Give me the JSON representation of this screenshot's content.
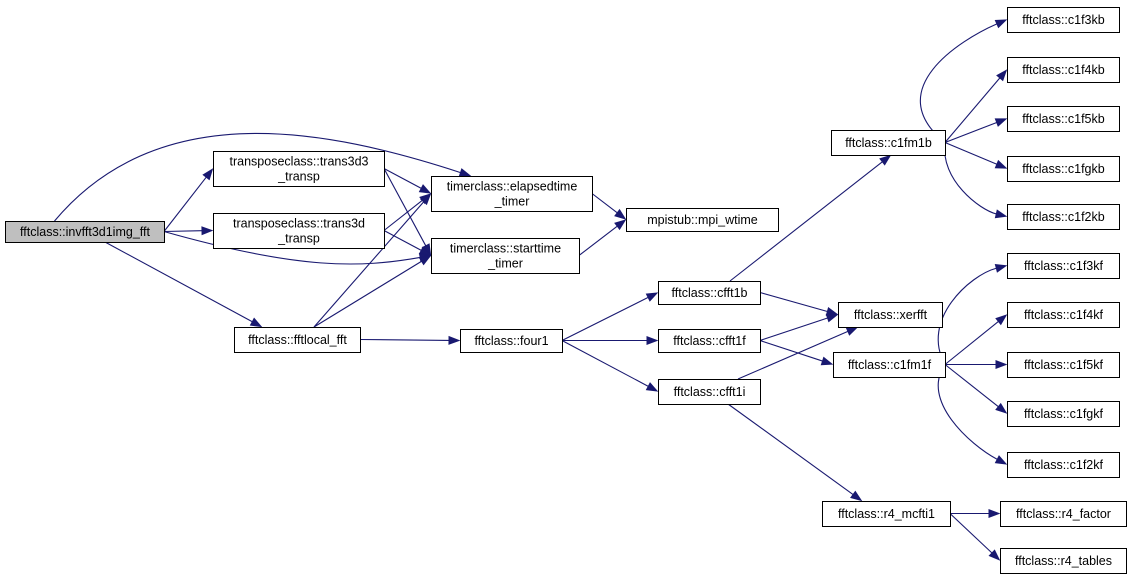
{
  "graph": {
    "colors": {
      "edge": "#191970",
      "node_border": "#000000",
      "root_fill": "#bfbfbf",
      "node_fill": "#ffffff"
    },
    "nodes": [
      {
        "id": "n0",
        "lines": [
          "fftclass::invfft3d1img_fft"
        ],
        "root": true
      },
      {
        "id": "n1",
        "lines": [
          "transposeclass::trans3d3",
          "_transp"
        ]
      },
      {
        "id": "n2",
        "lines": [
          "transposeclass::trans3d",
          "_transp"
        ]
      },
      {
        "id": "n3",
        "lines": [
          "fftclass::fftlocal_fft"
        ]
      },
      {
        "id": "n4",
        "lines": [
          "timerclass::elapsedtime",
          "_timer"
        ]
      },
      {
        "id": "n5",
        "lines": [
          "timerclass::starttime",
          "_timer"
        ]
      },
      {
        "id": "n6",
        "lines": [
          "mpistub::mpi_wtime"
        ]
      },
      {
        "id": "n7",
        "lines": [
          "fftclass::four1"
        ]
      },
      {
        "id": "n8",
        "lines": [
          "fftclass::cfft1b"
        ]
      },
      {
        "id": "n9",
        "lines": [
          "fftclass::cfft1f"
        ]
      },
      {
        "id": "n10",
        "lines": [
          "fftclass::cfft1i"
        ]
      },
      {
        "id": "n11",
        "lines": [
          "fftclass::c1fm1b"
        ]
      },
      {
        "id": "n12",
        "lines": [
          "fftclass::xerfft"
        ]
      },
      {
        "id": "n13",
        "lines": [
          "fftclass::c1fm1f"
        ]
      },
      {
        "id": "n14",
        "lines": [
          "fftclass::r4_mcfti1"
        ]
      },
      {
        "id": "n15",
        "lines": [
          "fftclass::c1f3kb"
        ]
      },
      {
        "id": "n16",
        "lines": [
          "fftclass::c1f4kb"
        ]
      },
      {
        "id": "n17",
        "lines": [
          "fftclass::c1f5kb"
        ]
      },
      {
        "id": "n18",
        "lines": [
          "fftclass::c1fgkb"
        ]
      },
      {
        "id": "n19",
        "lines": [
          "fftclass::c1f2kb"
        ]
      },
      {
        "id": "n20",
        "lines": [
          "fftclass::c1f3kf"
        ]
      },
      {
        "id": "n21",
        "lines": [
          "fftclass::c1f4kf"
        ]
      },
      {
        "id": "n22",
        "lines": [
          "fftclass::c1f5kf"
        ]
      },
      {
        "id": "n23",
        "lines": [
          "fftclass::c1fgkf"
        ]
      },
      {
        "id": "n24",
        "lines": [
          "fftclass::c1f2kf"
        ]
      },
      {
        "id": "n25",
        "lines": [
          "fftclass::r4_factor"
        ]
      },
      {
        "id": "n26",
        "lines": [
          "fftclass::r4_tables"
        ]
      }
    ],
    "edges": [
      [
        "n0",
        "n1"
      ],
      [
        "n0",
        "n2"
      ],
      [
        "n0",
        "n3"
      ],
      [
        "n0",
        "n4"
      ],
      [
        "n0",
        "n5"
      ],
      [
        "n1",
        "n4"
      ],
      [
        "n1",
        "n5"
      ],
      [
        "n2",
        "n4"
      ],
      [
        "n2",
        "n5"
      ],
      [
        "n3",
        "n4"
      ],
      [
        "n3",
        "n5"
      ],
      [
        "n3",
        "n7"
      ],
      [
        "n4",
        "n6"
      ],
      [
        "n5",
        "n6"
      ],
      [
        "n7",
        "n8"
      ],
      [
        "n7",
        "n9"
      ],
      [
        "n7",
        "n10"
      ],
      [
        "n8",
        "n11"
      ],
      [
        "n8",
        "n12"
      ],
      [
        "n9",
        "n12"
      ],
      [
        "n9",
        "n13"
      ],
      [
        "n10",
        "n12"
      ],
      [
        "n10",
        "n14"
      ],
      [
        "n11",
        "n15"
      ],
      [
        "n11",
        "n16"
      ],
      [
        "n11",
        "n17"
      ],
      [
        "n11",
        "n18"
      ],
      [
        "n11",
        "n19"
      ],
      [
        "n13",
        "n20"
      ],
      [
        "n13",
        "n21"
      ],
      [
        "n13",
        "n22"
      ],
      [
        "n13",
        "n23"
      ],
      [
        "n13",
        "n24"
      ],
      [
        "n14",
        "n25"
      ],
      [
        "n14",
        "n26"
      ]
    ]
  }
}
